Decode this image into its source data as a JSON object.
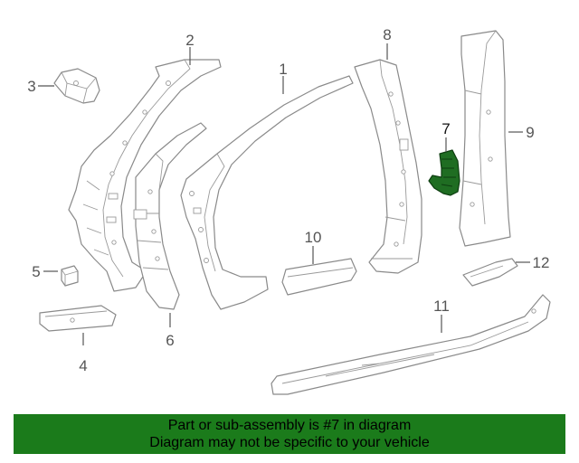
{
  "callouts": {
    "c1": "1",
    "c2": "2",
    "c3": "3",
    "c4": "4",
    "c5": "5",
    "c6": "6",
    "c7": "7",
    "c8": "8",
    "c9": "9",
    "c10": "10",
    "c11": "11",
    "c12": "12"
  },
  "highlighted_part": "7",
  "colors": {
    "highlight": "#1f6d22",
    "banner": "#1b7b1b"
  },
  "banner": {
    "line1": "Part or sub-assembly is #7 in diagram",
    "line2": "Diagram may not be specific to your vehicle"
  }
}
